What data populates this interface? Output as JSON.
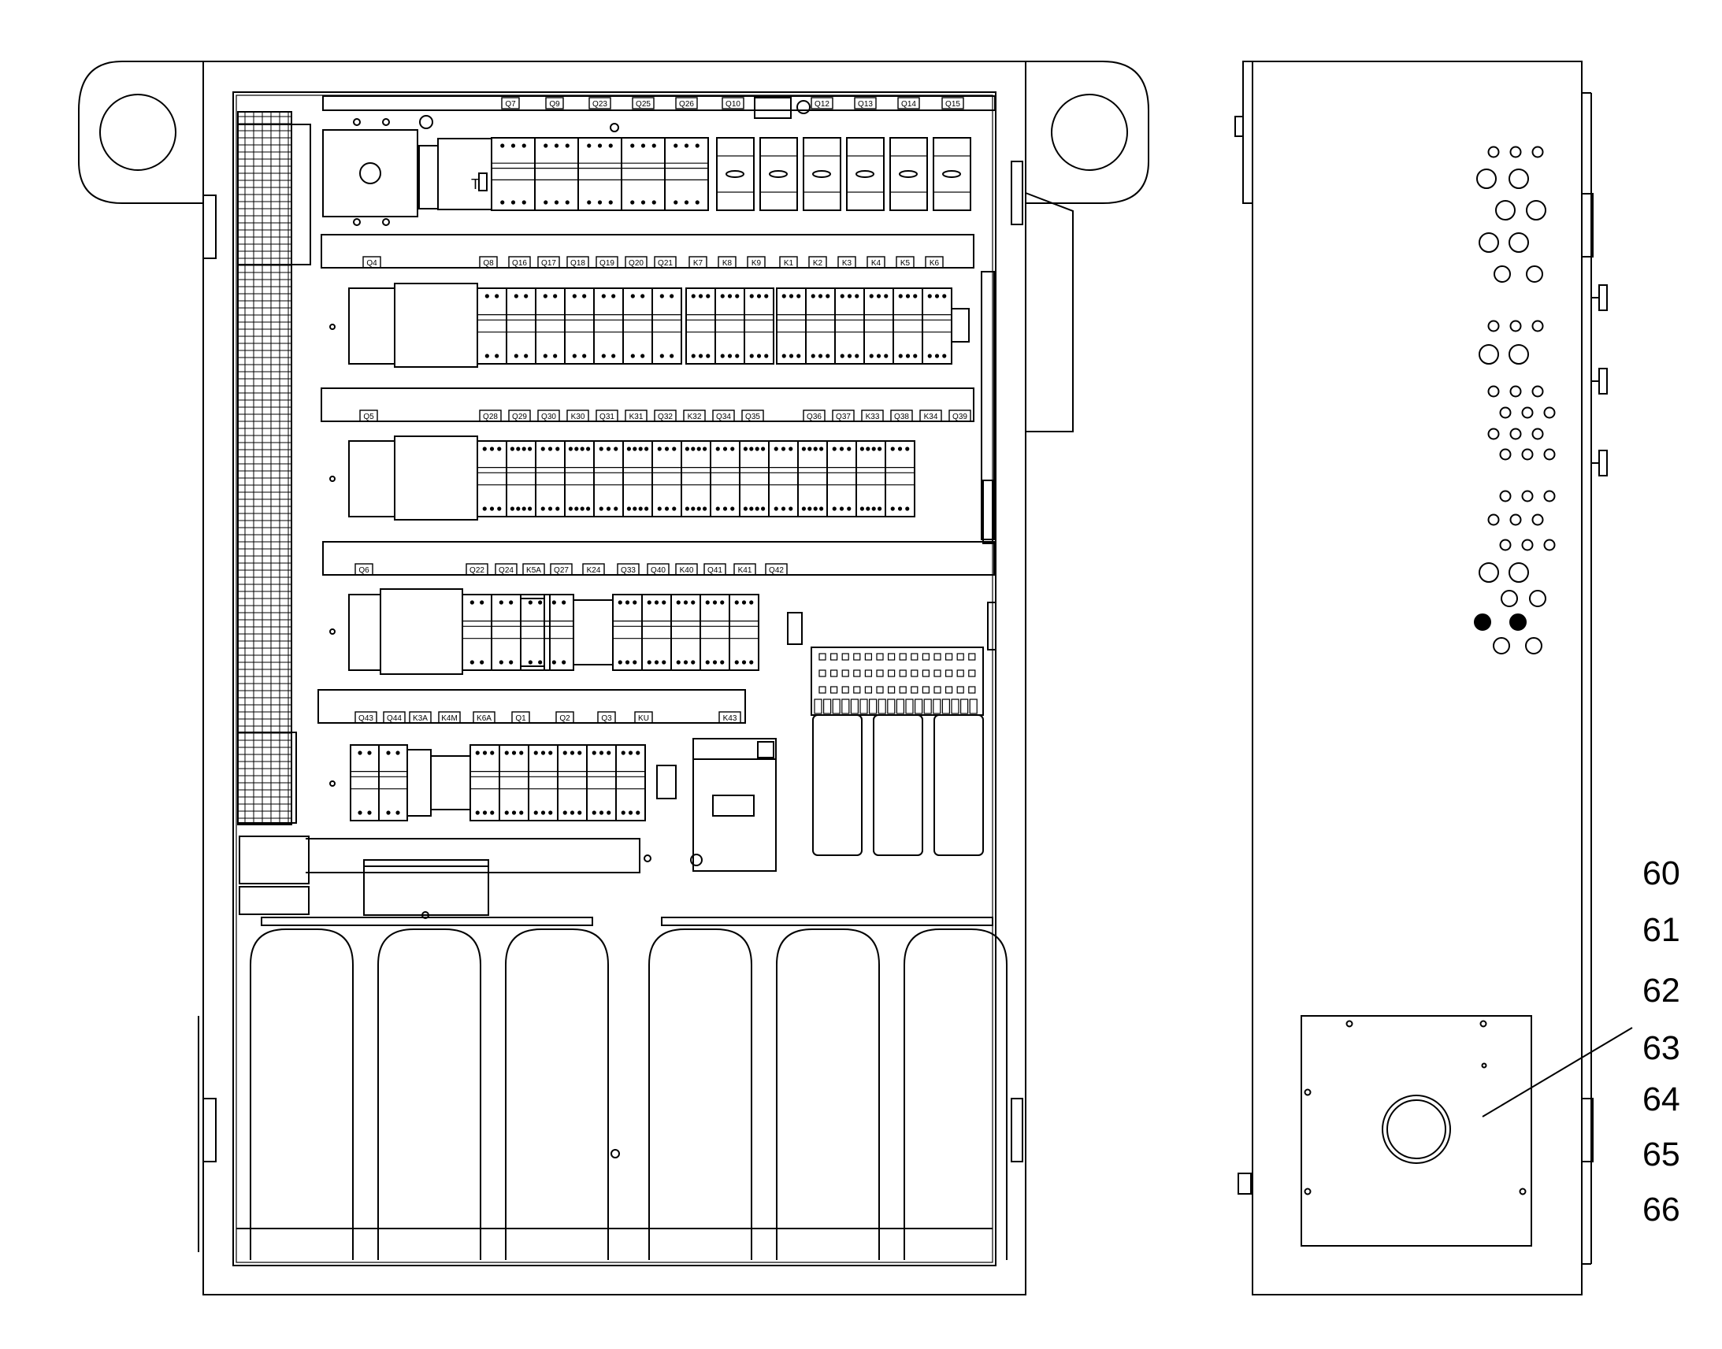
{
  "drawing": {
    "front_view": {
      "row1_labels": [
        "Q7",
        "Q9",
        "Q23",
        "Q25",
        "Q26",
        "Q10",
        "Q12",
        "Q13",
        "Q14",
        "Q15"
      ],
      "row2_labels": [
        "Q4",
        "Q8",
        "Q16",
        "Q17",
        "Q18",
        "Q19",
        "Q20",
        "Q21",
        "K7",
        "K8",
        "K9",
        "K1",
        "K2",
        "K3",
        "K4",
        "K5",
        "K6"
      ],
      "row3_labels": [
        "Q5",
        "Q28",
        "Q29",
        "Q30",
        "K30",
        "Q31",
        "K31",
        "Q32",
        "K32",
        "Q34",
        "Q35",
        "Q36",
        "Q37",
        "K33",
        "Q38",
        "K34",
        "Q39"
      ],
      "row4_labels": [
        "Q6",
        "Q22",
        "Q24",
        "K5A",
        "Q27",
        "K24",
        "Q33",
        "Q40",
        "K40",
        "Q41",
        "K41",
        "Q42"
      ],
      "row5_labels": [
        "Q43",
        "Q44",
        "K3A",
        "K4M",
        "K6A",
        "Q1",
        "Q2",
        "Q3",
        "KU",
        "K43"
      ]
    },
    "callouts": [
      "60",
      "61",
      "62",
      "63",
      "64",
      "65",
      "66"
    ]
  }
}
